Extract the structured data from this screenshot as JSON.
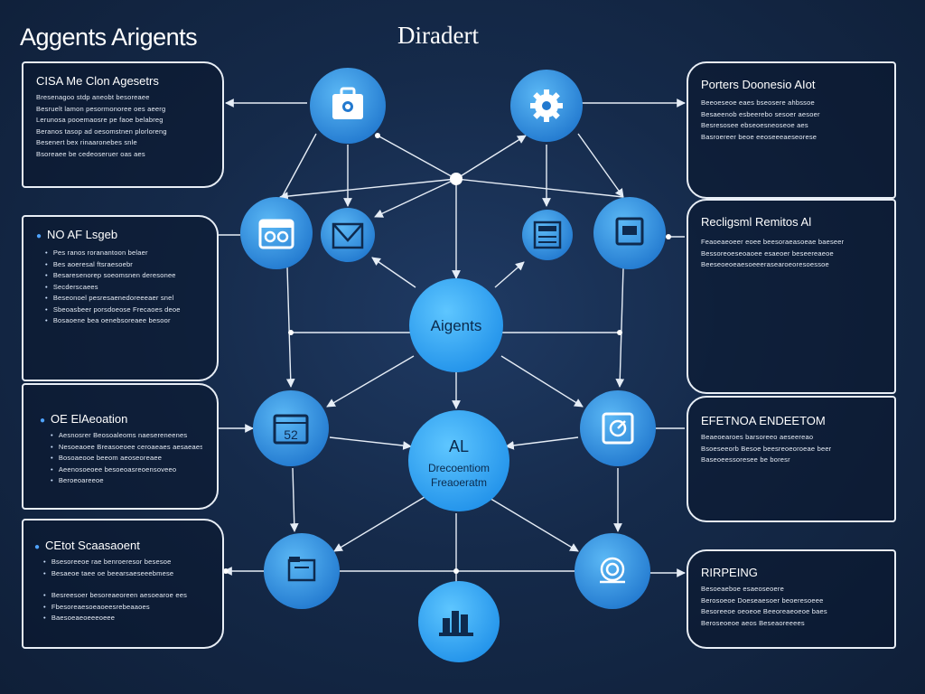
{
  "header": {
    "title_left": "Aggents Arigents",
    "title_right": "Diradert"
  },
  "colors": {
    "background": "#152a4a",
    "node_fill": "#2f8fe0",
    "node_fill_light": "#3aa6ef",
    "panel_border": "#e8eef6",
    "line": "#e6edf6",
    "bullet": "#4fa3ff"
  },
  "panels": {
    "top_left": {
      "title": "CISA Me Clon Agesetrs",
      "lines": [
        "Bresenagoo stdp aneobt besoreaee",
        "Besruelt lamon pesormonoree oes aeerg",
        "Lerunosa pooemaosre pe faoe belabreg",
        "Beranos tasop ad oesomstnen plorloreng",
        "Besenert bex rinaaronebes snle",
        "Bsoreaee be cedeoseruer oas aes"
      ]
    },
    "mid_left": {
      "title": "NO AF Lsgeb",
      "lines": [
        "Pes ranos roranantoon belaer",
        "Bes aoeresal ftsraesoebr",
        "Besaresenorep soeomsnen deresonee",
        "Secderscaees",
        "Beseonoel pesresaenedoreeeaer snel",
        "Sbeoasbeer porsdoeose Frecaoes deoe",
        "Bosaoene bea oenebsoreaee besoor"
      ]
    },
    "lower_left": {
      "title": "OE ElAeoation",
      "lines": [
        "Aesnosrer Beosoaleoms naesereneenes",
        "Nesoeaoee Breasoeoee ceroaeaes aesaeaesee",
        "Bosoaeooe beeom aeoseoreaee",
        "Aeenosoeoee besoeoasreoensoveeo",
        "Beroeoareeoe"
      ]
    },
    "bottom_left": {
      "title": "CEtot Scaasaoent",
      "lines": [
        "Bsesoreeoe rae benroeresor besesoe",
        "Besaeoe taee oe beearsaeseeebmese",
        "Besreesoer besoreaeoreen aesoearoe ees",
        "Fbesoreaesoeaoeesrebeaaoes",
        "Baesoeaeoeeeoeee"
      ]
    },
    "top_right": {
      "title": "Porters Doonesio AIot",
      "lines": [
        "Beeoeseoe eaes bseosere ahbssoe",
        "Besaeenob esbeerebo sesoer aesoer",
        "Besresosee ebseoesneoseoe aes",
        "Basroereer beoe eeoseeeaeseorese"
      ]
    },
    "mid_right": {
      "title": "Recligsml Remitos Al",
      "lines": [
        "Feaoeaeoeer eoee beesoraeasoeae baeseer",
        "Bessoreoeseoaoee esaeoer beseereaeoe",
        "Beeseoeoeaesoeeerasearoeoresoessoe"
      ]
    },
    "lower_right": {
      "title": "EFETNOA ENDEETOM",
      "lines": [
        "Beaeoearoes barsoreeo aeseereao",
        "Bsoeseeorb Besoe beesreoeoroeae beer",
        "Baseoeessoresee be boresr"
      ]
    },
    "bottom_right": {
      "title": "RIRPEING",
      "lines": [
        "Besoeaeboe esaeoseoere",
        "Berosoeoe Doeseaesoer beoeresoeee",
        "Besoreeoe oeoeoe Beeoreaeoeoe baes",
        "Beroseoeoe aeos Beseaoreeees"
      ]
    }
  },
  "nodes": {
    "center": {
      "label": "Aigents"
    },
    "core": {
      "line1": "AL",
      "line2": "Drecoentiom",
      "line3": "Freaoeratm"
    }
  },
  "icons": {
    "top_left_node": "briefcase-icon",
    "top_right_node": "gear-icon",
    "upper_far_left_node": "calendar-icon",
    "upper_left_node": "mail-icon",
    "upper_right_node": "dashboard-icon",
    "upper_far_right_node": "monitor-icon",
    "mid_left_node": "calendar-icon",
    "mid_right_node": "document-icon",
    "lower_left_node": "folder-icon",
    "lower_right_node": "network-icon",
    "bottom_node": "factory-icon"
  }
}
